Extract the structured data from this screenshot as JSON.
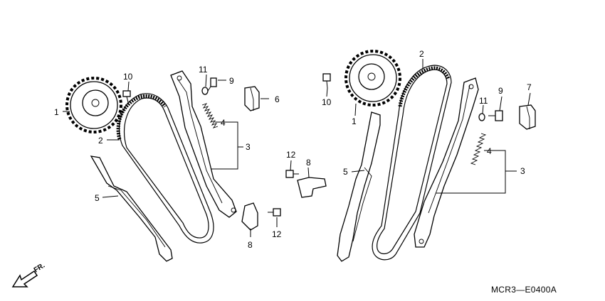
{
  "diagram_code": "MCR3—E0400A",
  "direction_label": "FR.",
  "callouts": {
    "left": {
      "c1": "1",
      "c2": "2",
      "c3": "3",
      "c4": "4",
      "c5": "5",
      "c6": "6",
      "c8": "8",
      "c9": "9",
      "c10": "10",
      "c11": "11",
      "c12": "12"
    },
    "middle": {
      "c8": "8",
      "c12": "12"
    },
    "right": {
      "c1": "1",
      "c2": "2",
      "c3": "3",
      "c4": "4",
      "c5": "5",
      "c7": "7",
      "c9": "9",
      "c10": "10",
      "c11": "11"
    }
  }
}
